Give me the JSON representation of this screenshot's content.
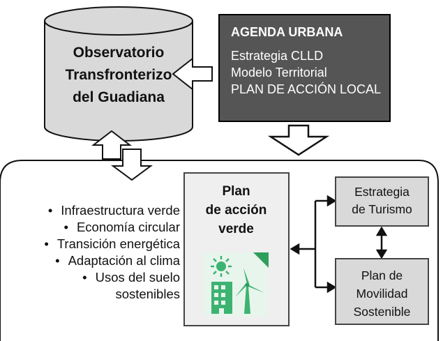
{
  "observatorio": {
    "lines": [
      "Observatorio",
      "Transfronterizo",
      "del Guadiana"
    ]
  },
  "agenda": {
    "title": "AGENDA URBANA",
    "items": [
      "Estrategia CLLD",
      "Modelo Territorial",
      "PLAN DE ACCIÓN LOCAL"
    ]
  },
  "bullets": [
    "Infraestructura verde",
    "Economía circular",
    "Transición energética",
    "Adaptación al clima",
    "Usos del suelo",
    "sostenibles"
  ],
  "plan": {
    "lines": [
      "Plan",
      "de acción",
      "verde"
    ],
    "icon": "green-city-renewable-energy-icon"
  },
  "turismo": {
    "lines": [
      "Estrategia",
      "de Turismo"
    ]
  },
  "movilidad": {
    "lines": [
      "Plan de",
      "Movilidad",
      "Sostenible"
    ]
  },
  "colors": {
    "agenda_fill": "#555555",
    "cylinder_fill": "#d9d9d9",
    "box_fill": "#d9d9d9",
    "icon_green": "#3cb371"
  }
}
